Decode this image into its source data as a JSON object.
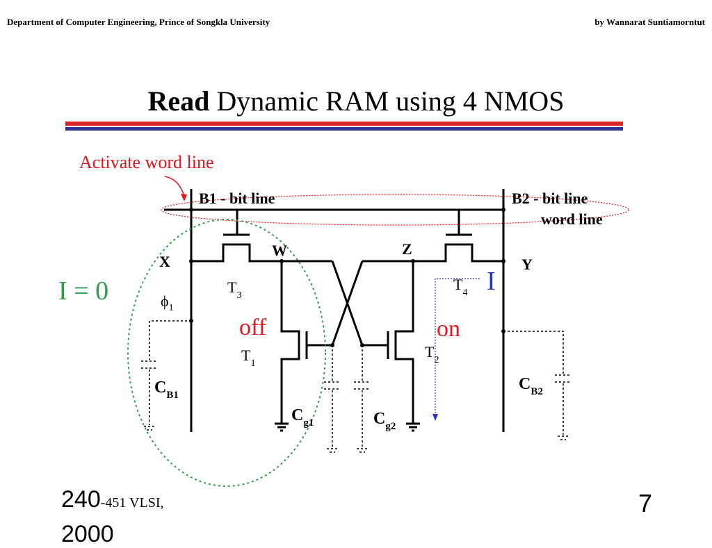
{
  "header": {
    "left": "Department of Computer Engineering, Prince of Songkla University",
    "right": "by Wannarat Suntiamorntut"
  },
  "title": {
    "bold": "Read",
    "rest": " Dynamic RAM using  4  NMOS"
  },
  "diagram": {
    "activate_label": "Activate word line",
    "b1": "B1  - bit line",
    "b2": "B2  - bit line",
    "word_line": "word  line",
    "x": "X",
    "y": "Y",
    "w": "W",
    "z": "Z",
    "i_zero": "I = 0",
    "i": "I",
    "phi": "ϕ",
    "phi_sub": "1",
    "t3": "T",
    "t3_sub": "3",
    "t4": "T",
    "t4_sub": "4",
    "t1": "T",
    "t1_sub": "1",
    "t2": "T",
    "t2_sub": "2",
    "off": "off",
    "on": "on",
    "cb1": "C",
    "cb1_sub": "B1",
    "cb2": "C",
    "cb2_sub": "B2",
    "cg1": "C",
    "cg1_sub": "g1",
    "cg2": "C",
    "cg2_sub": "g2",
    "colors": {
      "red": "#e8141c",
      "green": "#2e9e4a",
      "blue": "#2b33b8",
      "black": "#000000"
    }
  },
  "footer": {
    "course_big": "240",
    "course_small": "-451  VLSI,",
    "year": "2000",
    "page": "7"
  }
}
